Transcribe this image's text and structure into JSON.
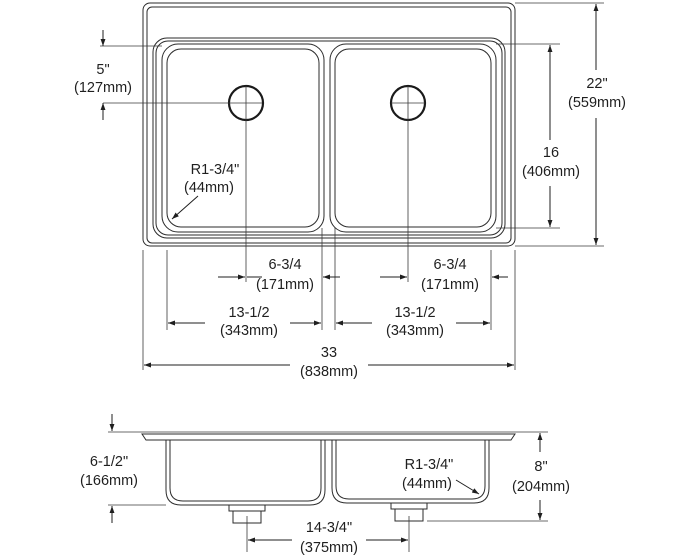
{
  "top_view": {
    "drain_offset": {
      "inches": "5\"",
      "mm": "(127mm)"
    },
    "corner_radius": {
      "inches": "R1-3/4\"",
      "mm": "(44mm)"
    },
    "bowl_length": {
      "inches": "16",
      "mm": "(406mm)"
    },
    "overall_front_to_back": {
      "inches": "22\"",
      "mm": "(559mm)"
    },
    "left_drain_center": {
      "inches": "6-3/4",
      "mm": "(171mm)"
    },
    "right_drain_center": {
      "inches": "6-3/4",
      "mm": "(171mm)"
    },
    "left_bowl_width": {
      "inches": "13-1/2",
      "mm": "(343mm)"
    },
    "right_bowl_width": {
      "inches": "13-1/2",
      "mm": "(343mm)"
    },
    "overall_width": {
      "inches": "33",
      "mm": "(838mm)"
    }
  },
  "side_view": {
    "left_bowl_depth": {
      "inches": "6-1/2\"",
      "mm": "(166mm)"
    },
    "corner_radius": {
      "inches": "R1-3/4\"",
      "mm": "(44mm)"
    },
    "right_bowl_depth": {
      "inches": "8\"",
      "mm": "(204mm)"
    },
    "drain_spacing": {
      "inches": "14-3/4\"",
      "mm": "(375mm)"
    }
  }
}
